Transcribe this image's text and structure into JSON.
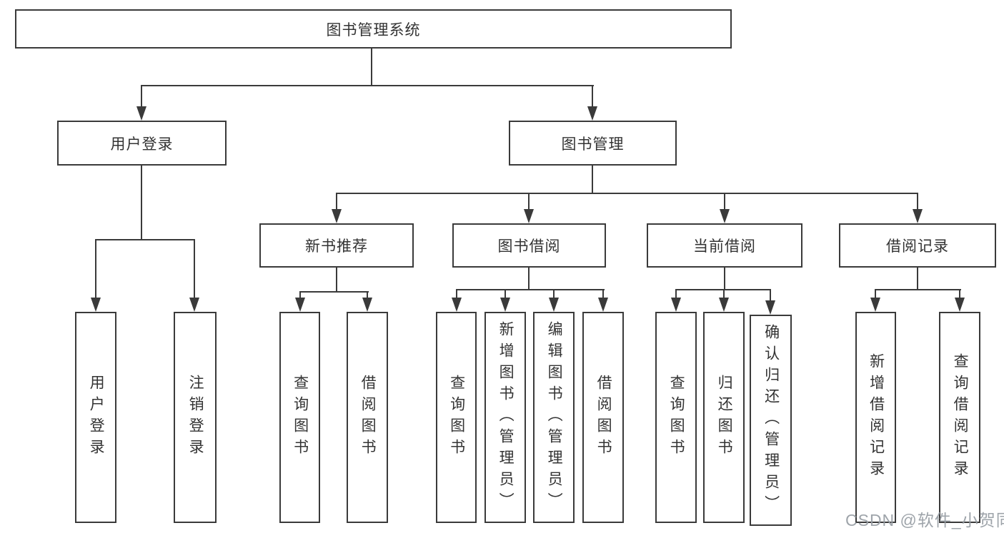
{
  "colors": {
    "line": "#3a3a3a",
    "text": "#333333",
    "background": "#ffffff",
    "watermark": "#969ca3"
  },
  "watermark": "CSDN @软件_小贺同学",
  "nodes": {
    "root": "图书管理系统",
    "user_login": "用户登录",
    "book_mgmt": "图书管理",
    "new_book_rec": "新书推荐",
    "book_borrow": "图书借阅",
    "current_borrow": "当前借阅",
    "borrow_record": "借阅记录",
    "ul_login": "用户登录",
    "ul_logout": "注销登录",
    "nbr_query_book": "查询图书",
    "nbr_borrow_book": "借阅图书",
    "bb_query_book": "查询图书",
    "bb_add_book": "新增图书（管理员）",
    "bb_edit_book": "编辑图书（管理员）",
    "bb_borrow_book": "借阅图书",
    "cb_query_book": "查询图书",
    "cb_return_book": "归还图书",
    "cb_confirm_return": "确认归还（管理员）",
    "br_add_record": "新增借阅记录",
    "br_query_record": "查询借阅记录"
  }
}
